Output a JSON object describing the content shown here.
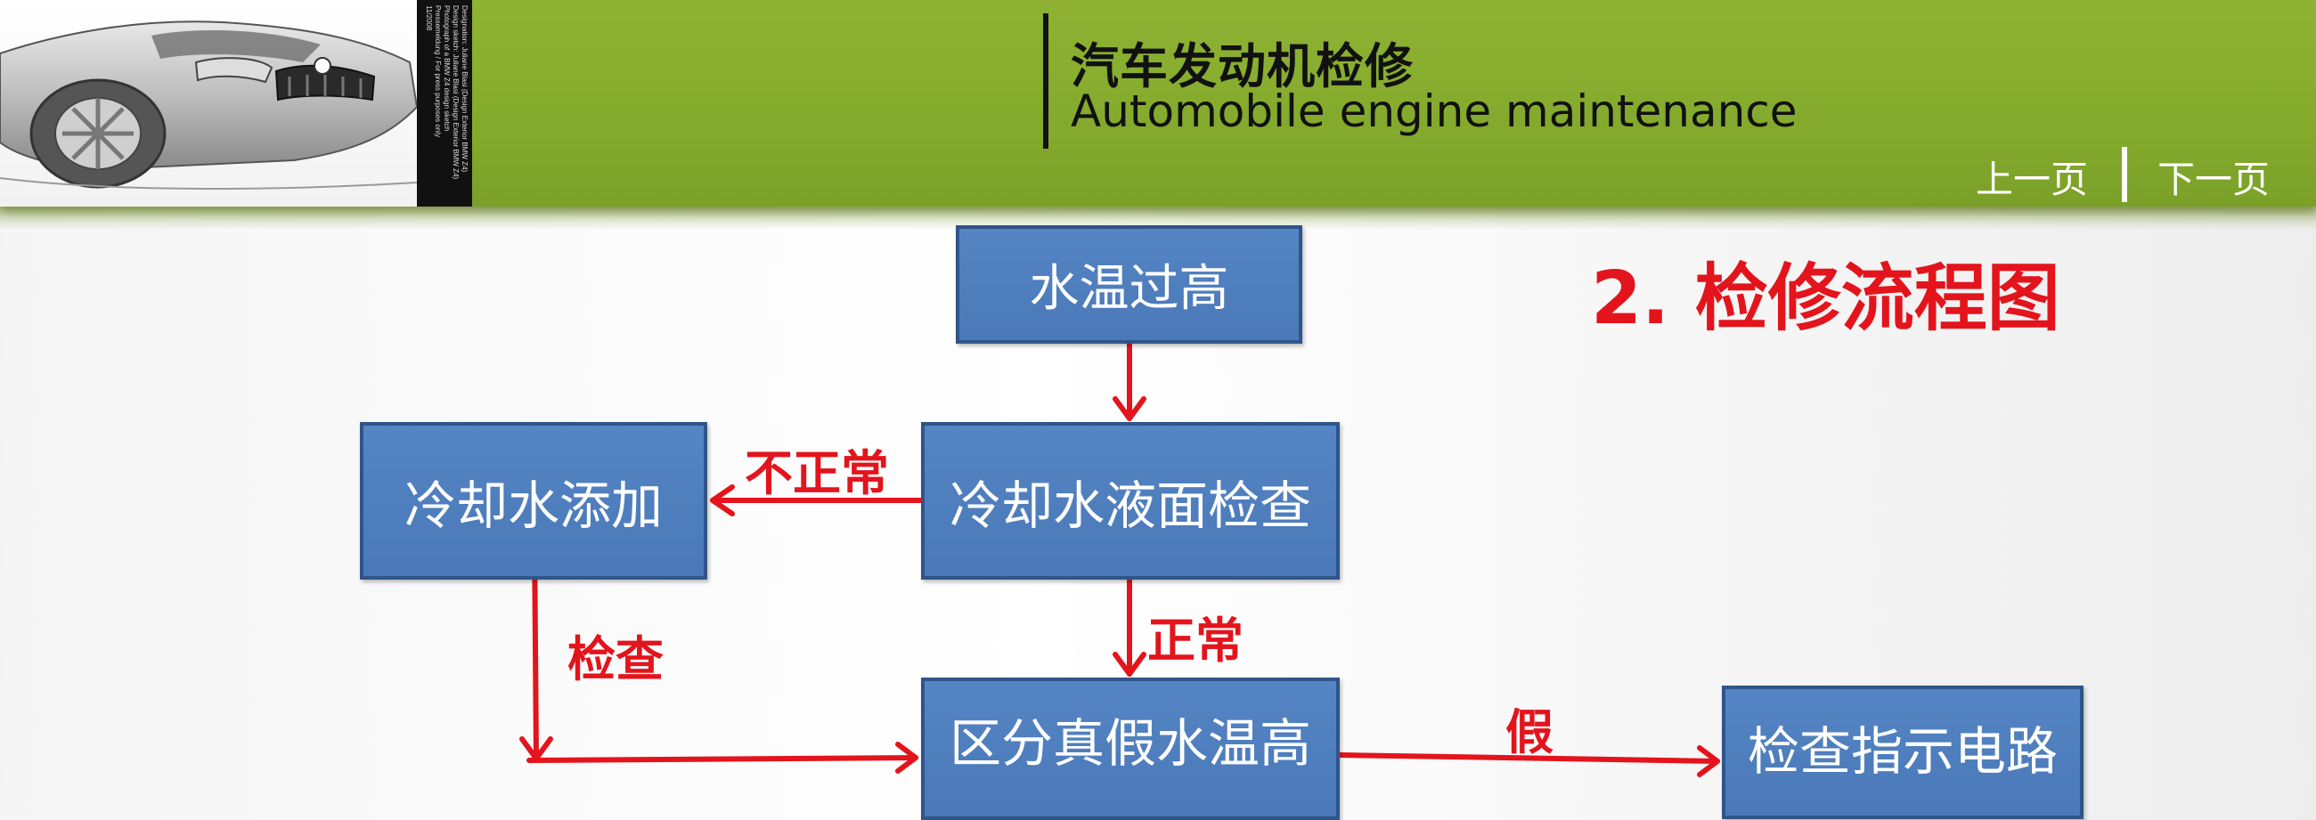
{
  "header": {
    "title_cn": "汽车发动机检修",
    "title_en": "Automobile engine maintenance",
    "nav": {
      "prev": "上一页",
      "next": "下一页"
    },
    "car_credit_lines": [
      "Designation: Juliane Blasi (Design Exterior BMW Z4)",
      "Design sketch: Juliane Blasi (Design Exterior BMW Z4)",
      "Photograph of a BMW Z4 design sketch",
      "Pressemeldung / For press purposes only",
      "11/2008"
    ]
  },
  "section_title": "2. 检修流程图",
  "flowchart": {
    "nodes": {
      "water_temp_high": "水温过高",
      "coolant_level_check": "冷却水液面检查",
      "add_coolant": "冷却水添加",
      "distinguish_temp": "区分真假水温高",
      "check_indicator_circuit": "检查指示电路"
    },
    "edge_labels": {
      "abnormal": "不正常",
      "normal": "正常",
      "check": "检查",
      "fake": "假"
    }
  },
  "colors": {
    "header_green": "#82a92c",
    "box_blue": "#4a78b8",
    "box_border": "#2f5589",
    "accent_red": "#e3141c"
  }
}
